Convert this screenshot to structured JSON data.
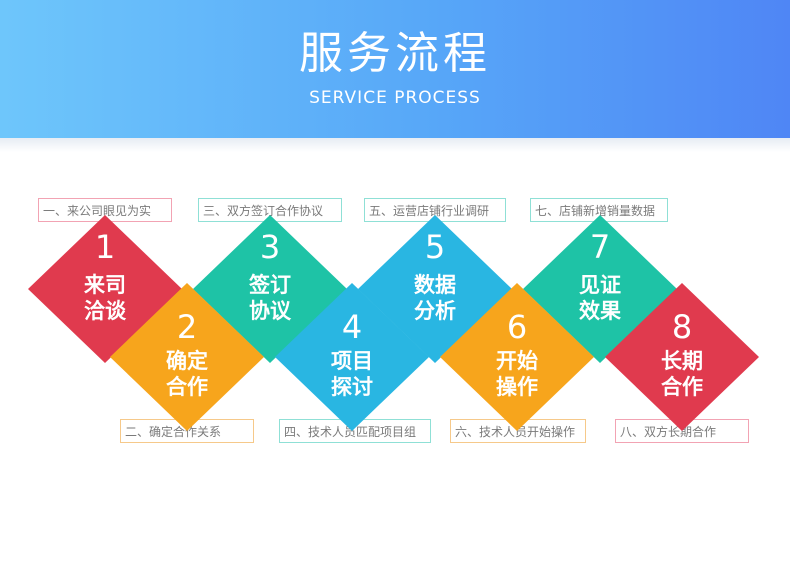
{
  "header": {
    "title": "服务流程",
    "subtitle": "SERVICE PROCESS"
  },
  "colors": {
    "red": "#e03a4e",
    "orange": "#f7a51c",
    "teal": "#1ec3a6",
    "cyan": "#29b6e2"
  },
  "steps": [
    {
      "number": "1",
      "line1": "来司",
      "line2": "洽谈",
      "label": "一、来公司眼见为实"
    },
    {
      "number": "2",
      "line1": "确定",
      "line2": "合作",
      "label": "二、确定合作关系"
    },
    {
      "number": "3",
      "line1": "签订",
      "line2": "协议",
      "label": "三、双方签订合作协议"
    },
    {
      "number": "4",
      "line1": "项目",
      "line2": "探讨",
      "label": "四、技术人员匹配项目组"
    },
    {
      "number": "5",
      "line1": "数据",
      "line2": "分析",
      "label": "五、运营店铺行业调研"
    },
    {
      "number": "6",
      "line1": "开始",
      "line2": "操作",
      "label": "六、技术人员开始操作"
    },
    {
      "number": "7",
      "line1": "见证",
      "line2": "效果",
      "label": "七、店铺新增销量数据"
    },
    {
      "number": "8",
      "line1": "长期",
      "line2": "合作",
      "label": "八、双方长期合作"
    }
  ]
}
